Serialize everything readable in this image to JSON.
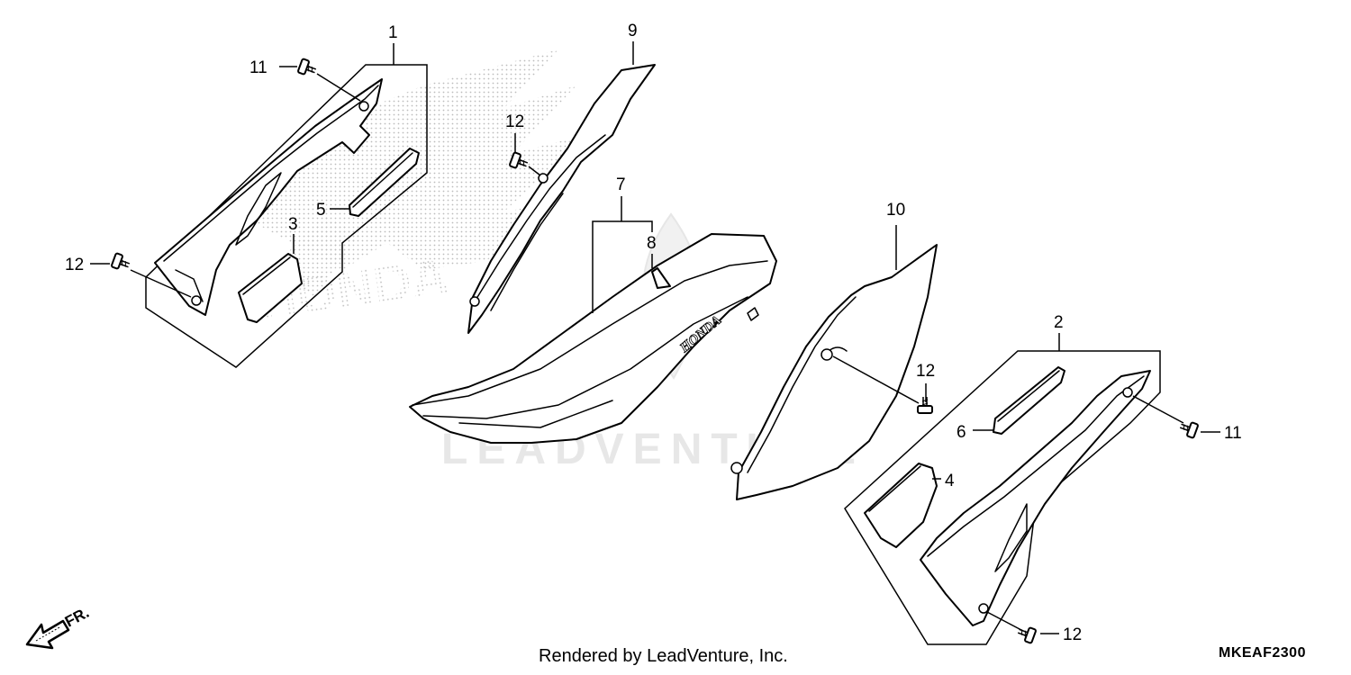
{
  "diagram": {
    "callouts": {
      "c1": "1",
      "c2": "2",
      "c3": "3",
      "c4": "4",
      "c5": "5",
      "c6": "6",
      "c7": "7",
      "c8": "8",
      "c9": "9",
      "c10": "10",
      "c11a": "11",
      "c11b": "11",
      "c12a": "12",
      "c12b": "12",
      "c12c": "12",
      "c12d": "12"
    },
    "seat_emblem": "HONDA",
    "direction_label": "FR.",
    "watermark": "LEADVENTURE",
    "icons": [
      "forward-arrow-icon",
      "honda-wing-logo",
      "bolt-icon",
      "leadventure-flame-logo"
    ]
  },
  "footer": {
    "rendered_by": "Rendered by LeadVenture, Inc.",
    "part_code": "MKEAF2300"
  }
}
